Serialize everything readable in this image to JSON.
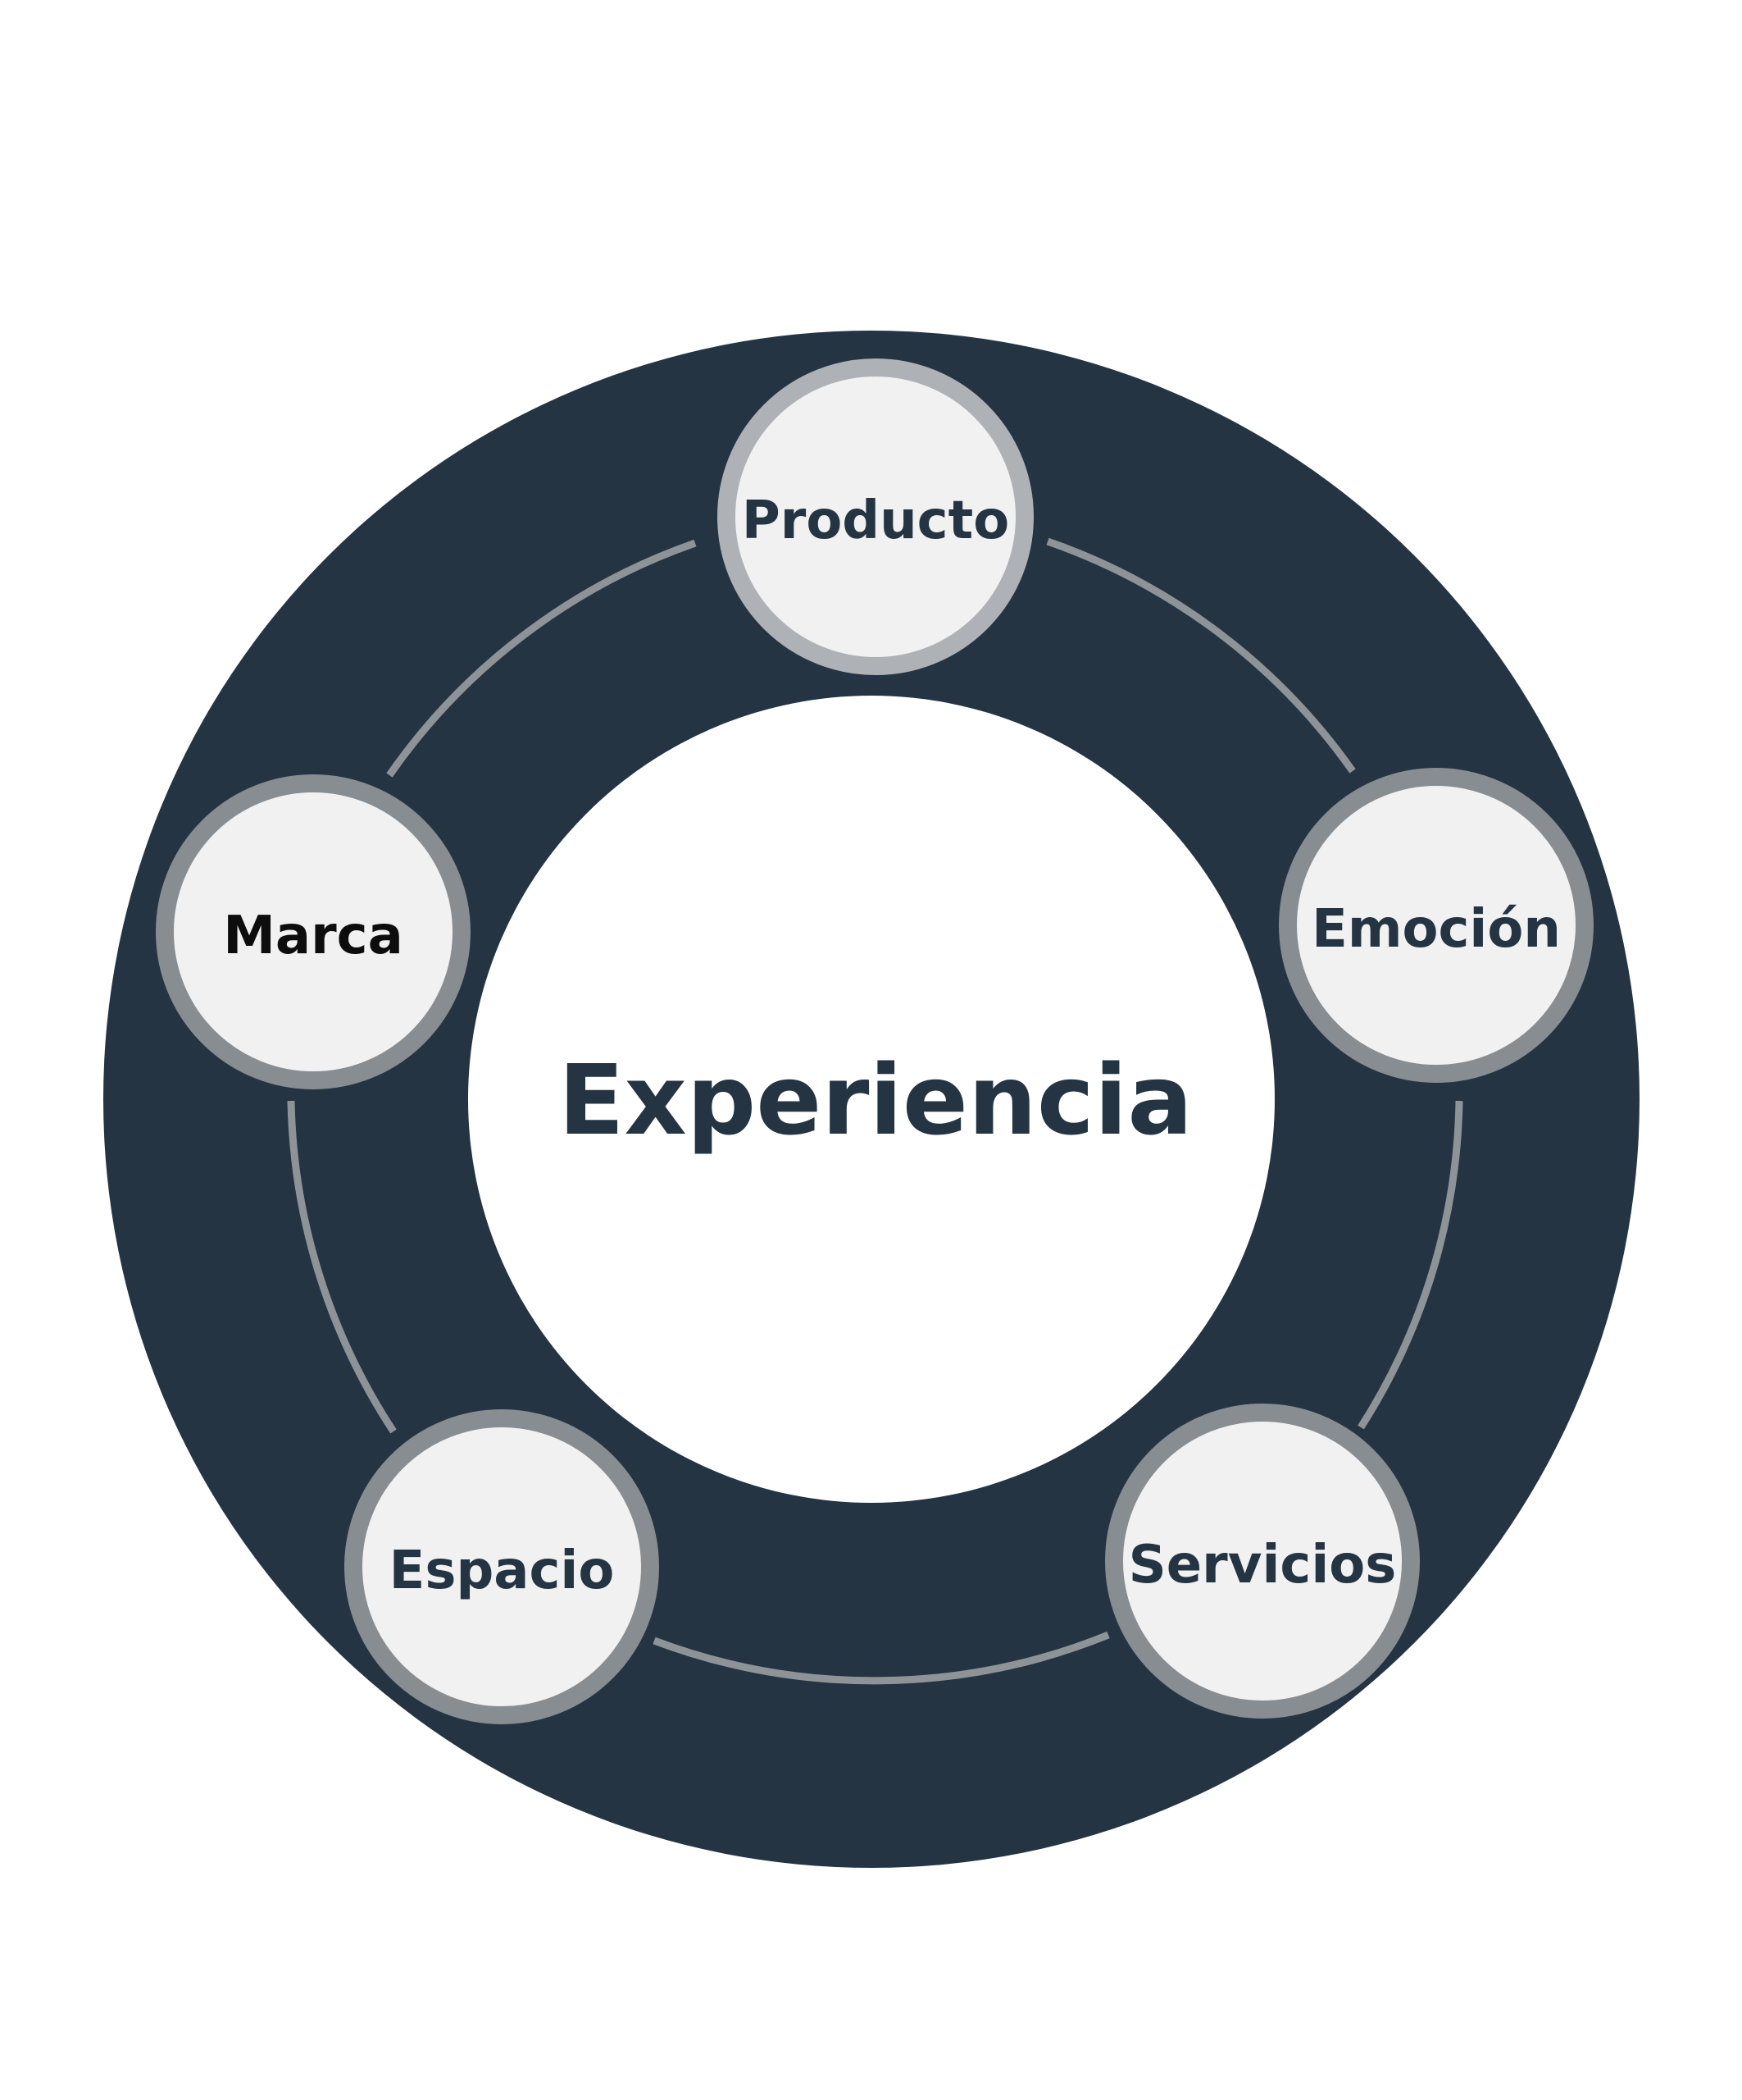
{
  "colors": {
    "background": "#ffffff",
    "outer_ring": "#243443",
    "inner_disc": "#ffffff",
    "node_fill": "#f1f1f1",
    "node_border_light": "#aeb2b6",
    "node_border": "#888d92",
    "connector": "#8e9397",
    "text_dark": "#243443",
    "text_black": "#0d0d0d"
  },
  "center": {
    "label": "Experiencia"
  },
  "nodes": [
    {
      "id": "producto",
      "label": "Producto"
    },
    {
      "id": "emocion",
      "label": "Emoción"
    },
    {
      "id": "servicios",
      "label": "Servicios"
    },
    {
      "id": "espacio",
      "label": "Espacio"
    },
    {
      "id": "marca",
      "label": "Marca"
    }
  ]
}
